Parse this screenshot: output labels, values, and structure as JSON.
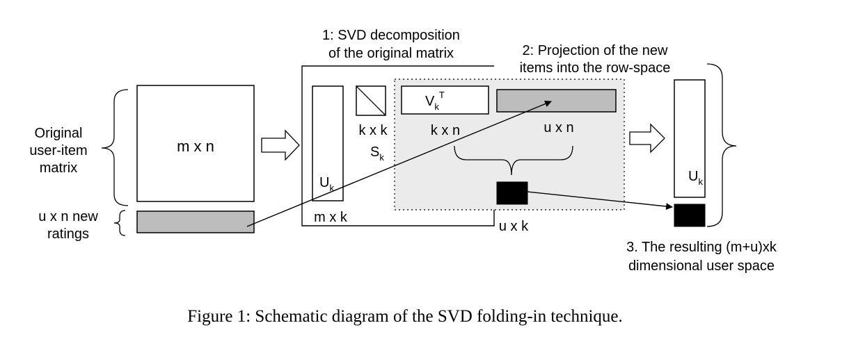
{
  "labels": {
    "original_line1": "Original",
    "original_line2": "user-item",
    "original_line3": "matrix",
    "new_line1": "u x n new",
    "new_line2": "ratings",
    "mxn": "m x n",
    "step1_line1": "1: SVD decomposition",
    "step1_line2": "of the original matrix",
    "step2_line1": "2: Projection of the new",
    "step2_line2": "items into the row-space",
    "uk_main": "U",
    "uk_sub": "k",
    "sk_main": "S",
    "sk_sub": "k",
    "kxk": "k x k",
    "vk_main": "V",
    "vk_sub": "k",
    "vk_sup": "T",
    "kxn": "k x n",
    "uxn": "u x n",
    "mxk": "m x k",
    "uxk": "u x k",
    "result_uk_main": "U",
    "result_uk_sub": "k",
    "step3_line1": "3. The resulting (m+u)xk",
    "step3_line2": "dimensional user space"
  },
  "caption": "Figure 1: Schematic diagram of the SVD folding-in technique.",
  "colors": {
    "shaded_region": "#ebebeb",
    "gray_bar": "#bdbdbd",
    "black_block": "#000000"
  }
}
